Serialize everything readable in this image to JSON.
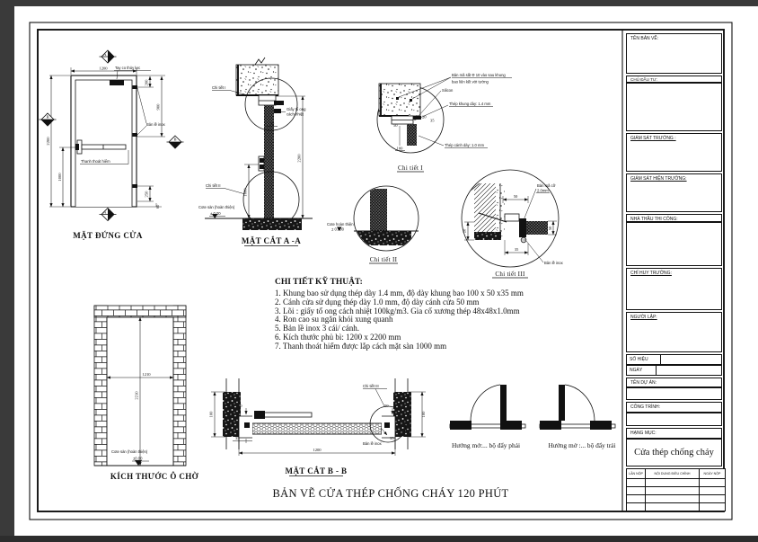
{
  "colors": {
    "paper": "#ffffff",
    "ink": "#111111",
    "bg": "#3a3a3a"
  },
  "elevation": {
    "title": "MẶT ĐỨNG CỬA",
    "label_closer": "Tay co thủy lực",
    "label_panic": "Thanh thoát hiểm",
    "label_hinge": "Bản lề inox",
    "dim_width": "1200",
    "dim_height": "2200",
    "dim_panic_height": "1000",
    "dim_closer": "200",
    "dim_hinge_span": "900",
    "dim_hinge_bottom": "250",
    "dim_floor_gap": "60",
    "marker_a": "A",
    "marker_b": "B"
  },
  "section_a": {
    "title": "MẶT CẮT A -A",
    "label_detail1": "Chi tiết I",
    "label_detail2": "Chi tiết II",
    "label_core_1": "Giấy tổ ong",
    "label_core_2": "cách nhiệt",
    "dim_frame": "50",
    "dim_height": "2200",
    "dim_panic": "1000",
    "label_cote": "Cote sàn (hoàn thiện)",
    "label_level": "± 0.00"
  },
  "detail1": {
    "title": "Chi tiết I",
    "label_plate_1": "Bản mã sắt Ф 10 vào sau khung",
    "label_plate_2": "bao liên kết với tường",
    "label_silicon": "Silicon",
    "label_frame": "Thép khung dày: 1.4 mm",
    "label_leaf": "Thép cánh dày: 1.0 mm",
    "dim_20": "20",
    "dim_35": "35",
    "dim_50": "50",
    "dim_100": "100"
  },
  "detail2": {
    "title": "Chi tiết II",
    "label_cote": "Cote hoàn thiện",
    "label_level": "± 0.000"
  },
  "detail3": {
    "title": "Chi tiết III",
    "label_plate_1": "Bản mã cỡ",
    "label_plate_2": "2.0mm",
    "label_hinge": "Bản lề inox",
    "dim_50_top": "50",
    "dim_20": "20",
    "dim_35": "35",
    "dim_50_right": "50",
    "dim_10": "10"
  },
  "opening": {
    "title": "KÍCH THƯỚC Ô CHỜ",
    "dim_width": "1210",
    "dim_height": "2210",
    "label_cote": "Cote sàn (hoàn thiện)",
    "label_level": "±0.00"
  },
  "section_b": {
    "title": "MẶT CẮT B - B",
    "label_detail3": "Chi tiết III",
    "label_hinge": "Bản lề inox",
    "dim_width": "1200",
    "dim_wall_left": "100",
    "dim_wall_right": "100",
    "dim_50_left": "50",
    "dim_50_right": "50",
    "dim_35_left": "35",
    "dim_35_right": "35"
  },
  "swings": {
    "caption_right": "Hướng mở:... bộ đẩy phải",
    "caption_left": "Hướng mở :... bộ đẩy trái"
  },
  "notes": {
    "heading": "CHI TIẾT KỸ THUẬT:",
    "items": [
      "1. Khung bao sử dụng thép dày 1.4 mm, độ dày khung bao 100 x 50 x35 mm",
      "2. Cánh cửa sử dụng thép dày 1.0 mm, độ dày cánh cửa 50 mm",
      "3. Lõi : giấy tổ ong cách nhiệt 100kg/m3. Gia cố xương thép 48x48x1.0mm",
      "4. Ron cao su ngăn khói xung quanh",
      "5. Bản lề inox 3 cái/ cánh.",
      "6. Kích thước phủ bì: 1200 x 2200 mm",
      "7. Thanh thoát hiểm được lắp cách mặt sàn 1000 mm"
    ]
  },
  "main_title": "BẢN VẼ CỬA THÉP CHỐNG CHÁY 120 PHÚT",
  "titleblock": {
    "ten_ban_ve": "TÊN BẢN VẼ:",
    "chu_dau_tu": "CHỦ ĐẦU TƯ:",
    "giam_sat_truong": "GIÁM SÁT TRƯỞNG :",
    "giam_sat_hien_truong": "GIÁM SÁT HIỆN TRƯỜNG:",
    "nha_thau": "NHÀ THẦU THI CÔNG:",
    "chi_huy": "CHỈ HUY TRƯỞNG:",
    "nguoi_lap": "NGƯỜI LẬP:",
    "so_hieu": "SỐ HIỆU",
    "ngay": "NGÀY",
    "ten_du_an": "TÊN DỰ ÁN:",
    "cong_trinh": "CÔNG TRÌNH:",
    "hang_muc": "HẠNG MỤC:",
    "product": "Cửa thép chống cháy",
    "rev_col_1": "LẦN NỘP",
    "rev_col_2": "NỘI DUNG ĐIỀU CHỈNH",
    "rev_col_3": "NGÀY NỘP"
  }
}
